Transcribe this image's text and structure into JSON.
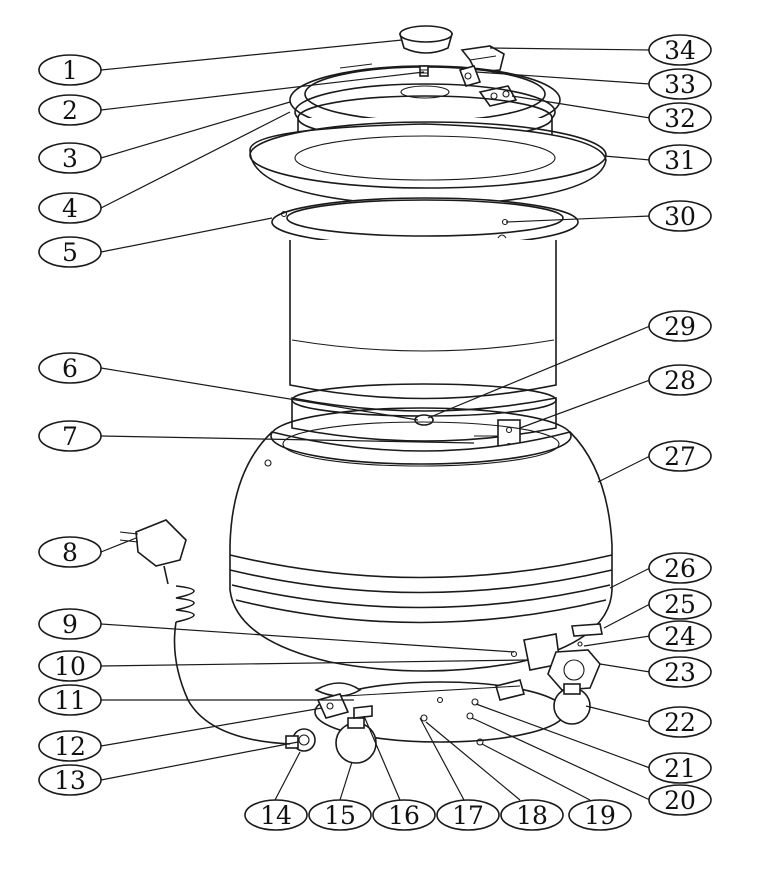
{
  "callouts": [
    {
      "id": "1",
      "text": "1"
    },
    {
      "id": "2",
      "text": "2"
    },
    {
      "id": "3",
      "text": "3"
    },
    {
      "id": "4",
      "text": "4"
    },
    {
      "id": "5",
      "text": "5"
    },
    {
      "id": "6",
      "text": "6"
    },
    {
      "id": "7",
      "text": "7"
    },
    {
      "id": "8",
      "text": "8"
    },
    {
      "id": "9",
      "text": "9"
    },
    {
      "id": "10",
      "text": "10"
    },
    {
      "id": "11",
      "text": "11"
    },
    {
      "id": "12",
      "text": "12"
    },
    {
      "id": "13",
      "text": "13"
    },
    {
      "id": "14",
      "text": "14"
    },
    {
      "id": "15",
      "text": "15"
    },
    {
      "id": "16",
      "text": "16"
    },
    {
      "id": "17",
      "text": "17"
    },
    {
      "id": "18",
      "text": "18"
    },
    {
      "id": "19",
      "text": "19"
    },
    {
      "id": "20",
      "text": "20"
    },
    {
      "id": "21",
      "text": "21"
    },
    {
      "id": "22",
      "text": "22"
    },
    {
      "id": "23",
      "text": "23"
    },
    {
      "id": "24",
      "text": "24"
    },
    {
      "id": "25",
      "text": "25"
    },
    {
      "id": "26",
      "text": "26"
    },
    {
      "id": "27",
      "text": "27"
    },
    {
      "id": "28",
      "text": "28"
    },
    {
      "id": "29",
      "text": "29"
    },
    {
      "id": "30",
      "text": "30"
    },
    {
      "id": "31",
      "text": "31"
    },
    {
      "id": "32",
      "text": "32"
    },
    {
      "id": "33",
      "text": "33"
    },
    {
      "id": "34",
      "text": "34"
    }
  ]
}
